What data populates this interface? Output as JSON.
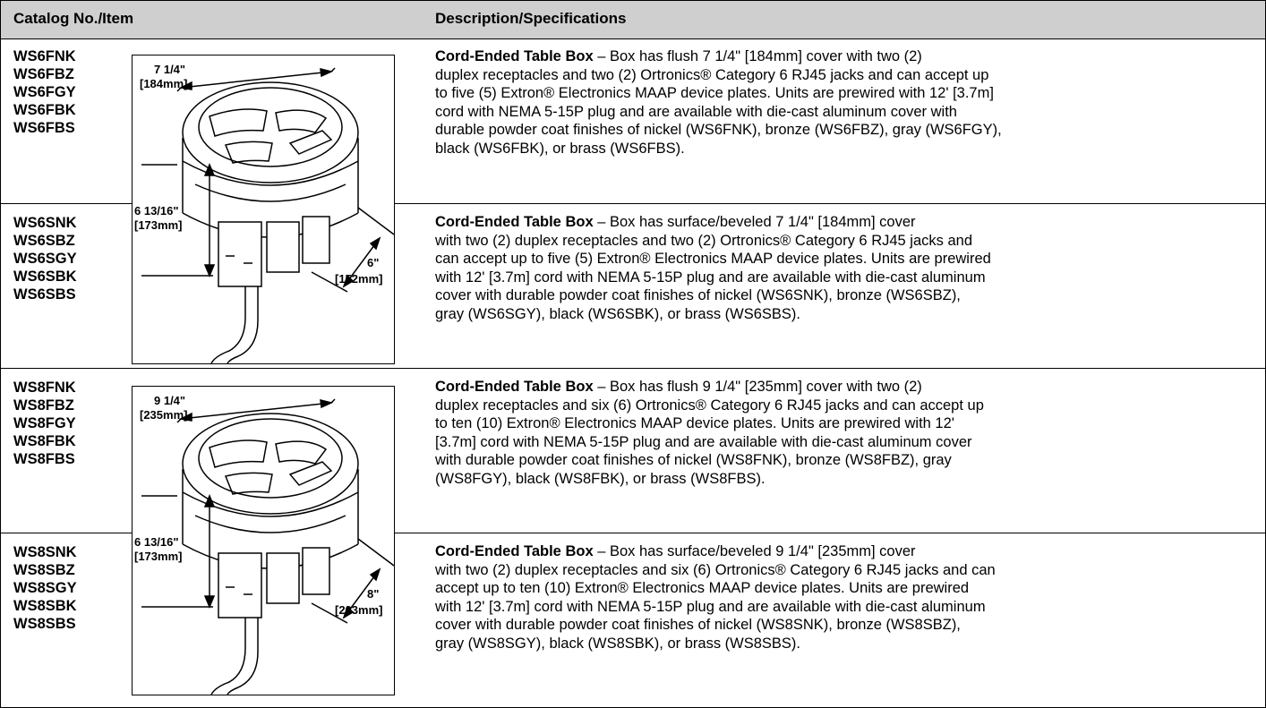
{
  "header": {
    "col1": "Catalog No./Item",
    "col2": "Description/Specifications"
  },
  "rows": [
    {
      "codes": [
        "WS6FNK",
        "WS6FBZ",
        "WS6FGY",
        "WS6FBK",
        "WS6FBS"
      ],
      "desc_title": "Cord-Ended Table Box",
      "desc_lines": [
        " – Box has flush 7 1/4\" [184mm] cover with two (2)",
        "duplex receptacles and two (2) Ortronics® Category 6 RJ45 jacks and can accept up",
        "to five (5) Extron® Electronics MAAP device plates. Units are prewired with 12' [3.7m]",
        "cord with NEMA 5-15P plug and are available with die-cast aluminum cover with",
        "durable powder coat finishes of nickel (WS6FNK), bronze (WS6FBZ), gray (WS6FGY),",
        "black (WS6FBK), or brass (WS6FBS)."
      ]
    },
    {
      "codes": [
        "WS6SNK",
        "WS6SBZ",
        "WS6SGY",
        "WS6SBK",
        "WS6SBS"
      ],
      "desc_title": "Cord-Ended Table Box",
      "desc_lines": [
        " – Box has surface/beveled 7 1/4\" [184mm] cover",
        "with two (2) duplex receptacles and two (2) Ortronics® Category 6 RJ45 jacks and",
        "can accept up to five (5) Extron® Electronics MAAP device plates. Units are prewired",
        "with 12' [3.7m] cord with NEMA 5-15P plug and are available with die-cast aluminum",
        "cover with durable powder coat finishes of nickel (WS6SNK), bronze (WS6SBZ),",
        "gray (WS6SGY), black (WS6SBK), or brass (WS6SBS)."
      ]
    },
    {
      "codes": [
        "WS8FNK",
        "WS8FBZ",
        "WS8FGY",
        "WS8FBK",
        "WS8FBS"
      ],
      "desc_title": "Cord-Ended Table Box",
      "desc_lines": [
        " – Box has flush 9 1/4\" [235mm] cover with two (2)",
        "duplex receptacles and six (6) Ortronics® Category 6 RJ45 jacks and can accept up",
        "to ten (10) Extron® Electronics MAAP device plates. Units are prewired with 12'",
        "[3.7m] cord with NEMA 5-15P plug and are available with die-cast aluminum cover",
        "with durable powder coat finishes of nickel (WS8FNK), bronze (WS8FBZ), gray",
        "(WS8FGY), black (WS8FBK), or brass (WS8FBS)."
      ]
    },
    {
      "codes": [
        "WS8SNK",
        "WS8SBZ",
        "WS8SGY",
        "WS8SBK",
        "WS8SBS"
      ],
      "desc_title": "Cord-Ended Table Box",
      "desc_lines": [
        " – Box has surface/beveled 9 1/4\" [235mm] cover",
        "with two (2) duplex receptacles and six (6) Ortronics® Category 6 RJ45 jacks and can",
        "accept up to ten (10) Extron® Electronics MAAP device plates. Units are prewired",
        "with 12' [3.7m] cord with NEMA 5-15P plug and are available with die-cast aluminum",
        "cover with durable powder coat finishes of nickel (WS8SNK), bronze (WS8SBZ),",
        "gray (WS8SGY), black (WS8SBK), or brass (WS8SBS)."
      ]
    }
  ],
  "figures": [
    {
      "cover_dim": "7 1/4\"",
      "cover_dim_mm": "[184mm]",
      "height_dim": "6 13/16\"",
      "height_dim_mm": "[173mm]",
      "depth_dim": "6\"",
      "depth_dim_mm": "[152mm]"
    },
    {
      "cover_dim": "9 1/4\"",
      "cover_dim_mm": "[235mm]",
      "height_dim": "6 13/16\"",
      "height_dim_mm": "[173mm]",
      "depth_dim": "8\"",
      "depth_dim_mm": "[203mm]"
    }
  ]
}
